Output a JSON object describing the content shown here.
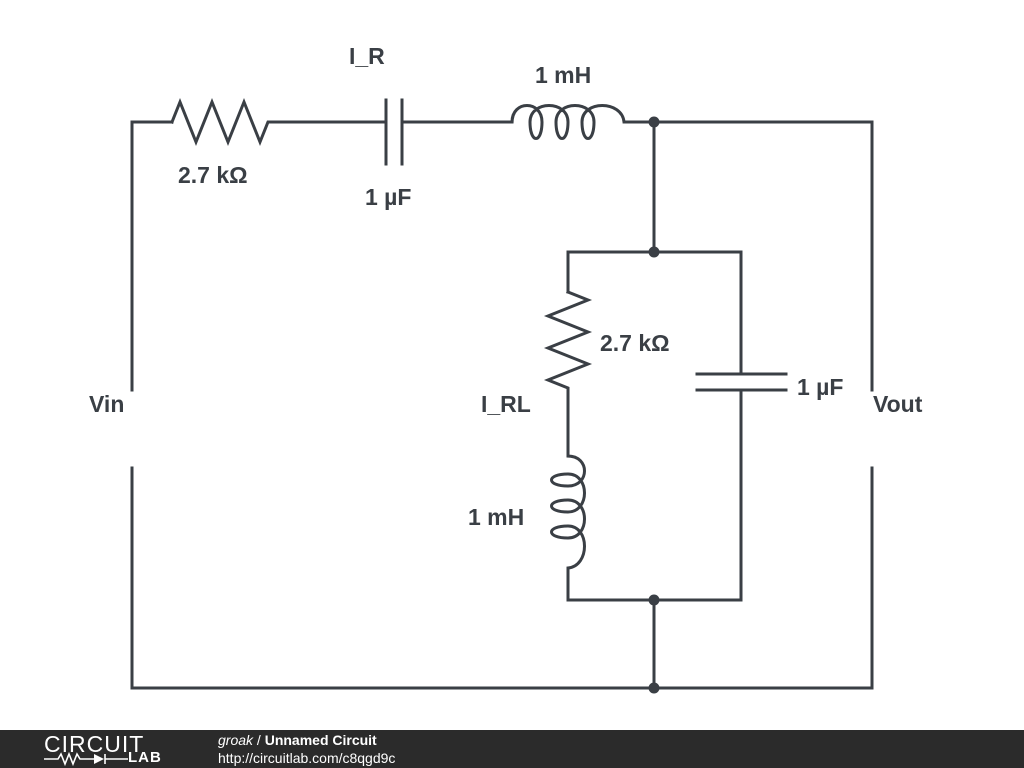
{
  "schematic": {
    "labels": {
      "series_resistor_value": "2.7 kΩ",
      "series_capacitor_current": "I_R",
      "series_capacitor_value": "1 µF",
      "series_inductor_value": "1 mH",
      "branch_resistor_value": "2.7 kΩ",
      "branch_current": "I_RL",
      "branch_inductor_value": "1 mH",
      "shunt_capacitor_value": "1 µF",
      "input_port": "Vin",
      "output_port": "Vout"
    }
  },
  "footer": {
    "logo_top": "CIRCUIT",
    "logo_bottom": "LAB",
    "author": "groak",
    "separator": " / ",
    "circuit_title": "Unnamed Circuit",
    "url": "http://circuitlab.com/c8qgd9c"
  },
  "colors": {
    "wire": "#3a3f45",
    "footer_bg": "#2b2b2b",
    "footer_text": "#ffffff"
  }
}
